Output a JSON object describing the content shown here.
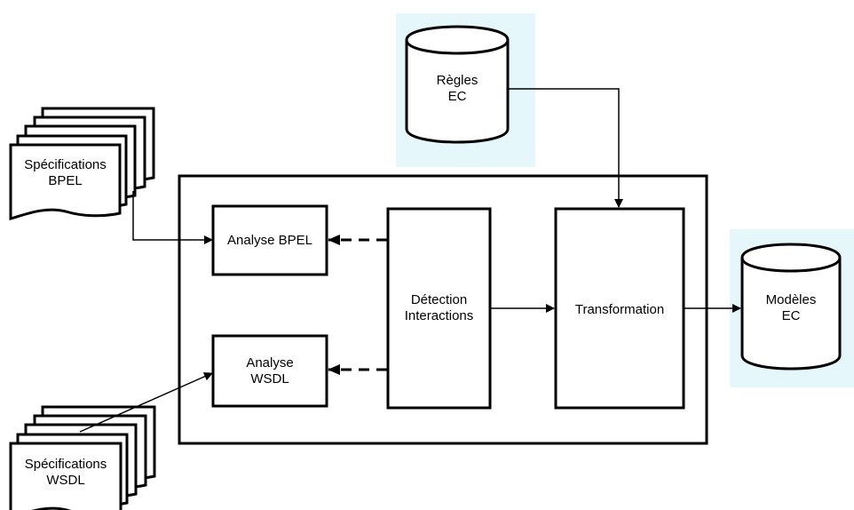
{
  "colors": {
    "stroke": "#000000",
    "db_highlight": "#e6f7fb",
    "fill": "#ffffff"
  },
  "nodes": {
    "bpel_specs": {
      "line1": "Spécifications",
      "line2": "BPEL"
    },
    "wsdl_specs": {
      "line1": "Spécifications",
      "line2": "WSDL"
    },
    "rules_db": {
      "line1": "Règles",
      "line2": "EC"
    },
    "models_db": {
      "line1": "Modèles",
      "line2": "EC"
    },
    "analyse_bpel": {
      "label": "Analyse BPEL"
    },
    "analyse_wsdl": {
      "line1": "Analyse",
      "line2": "WSDL"
    },
    "detection": {
      "line1": "Détection",
      "line2": "Interactions"
    },
    "transformation": {
      "label": "Transformation"
    }
  }
}
